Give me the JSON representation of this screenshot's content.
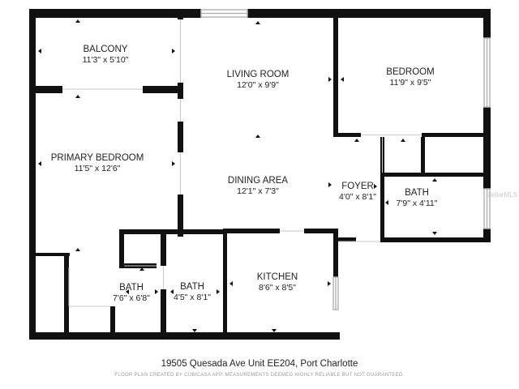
{
  "rooms": {
    "balcony": {
      "name": "BALCONY",
      "dims": "11'3\" x 5'10\""
    },
    "living_room": {
      "name": "LIVING ROOM",
      "dims": "12'0\" x 9'9\""
    },
    "bedroom": {
      "name": "BEDROOM",
      "dims": "11'9\" x 9'5\""
    },
    "primary_bedroom": {
      "name": "PRIMARY BEDROOM",
      "dims": "11'5\" x 12'6\""
    },
    "dining_area": {
      "name": "DINING AREA",
      "dims": "12'1\" x 7'3\""
    },
    "foyer": {
      "name": "FOYER",
      "dims": "4'0\" x 8'1\""
    },
    "bath_right": {
      "name": "BATH",
      "dims": "7'9\" x 4'11\""
    },
    "bath_primary": {
      "name": "BATH",
      "dims": "7'6\" x 6'8\""
    },
    "bath_middle": {
      "name": "BATH",
      "dims": "4'5\" x 8'1\""
    },
    "kitchen": {
      "name": "KITCHEN",
      "dims": "8'6\" x 8'5\""
    }
  },
  "caption": {
    "address": "19505 Quesada Ave Unit EE204, Port Charlotte",
    "disclaimer": "FLOOR PLAN CREATED BY CUBICASA APP. MEASUREMENTS DEEMED HIGHLY RELIABLE BUT NOT GUARANTEED."
  },
  "watermark": "StellarMLS",
  "colors": {
    "wall": "#111111",
    "window": "#bbbbbb"
  }
}
